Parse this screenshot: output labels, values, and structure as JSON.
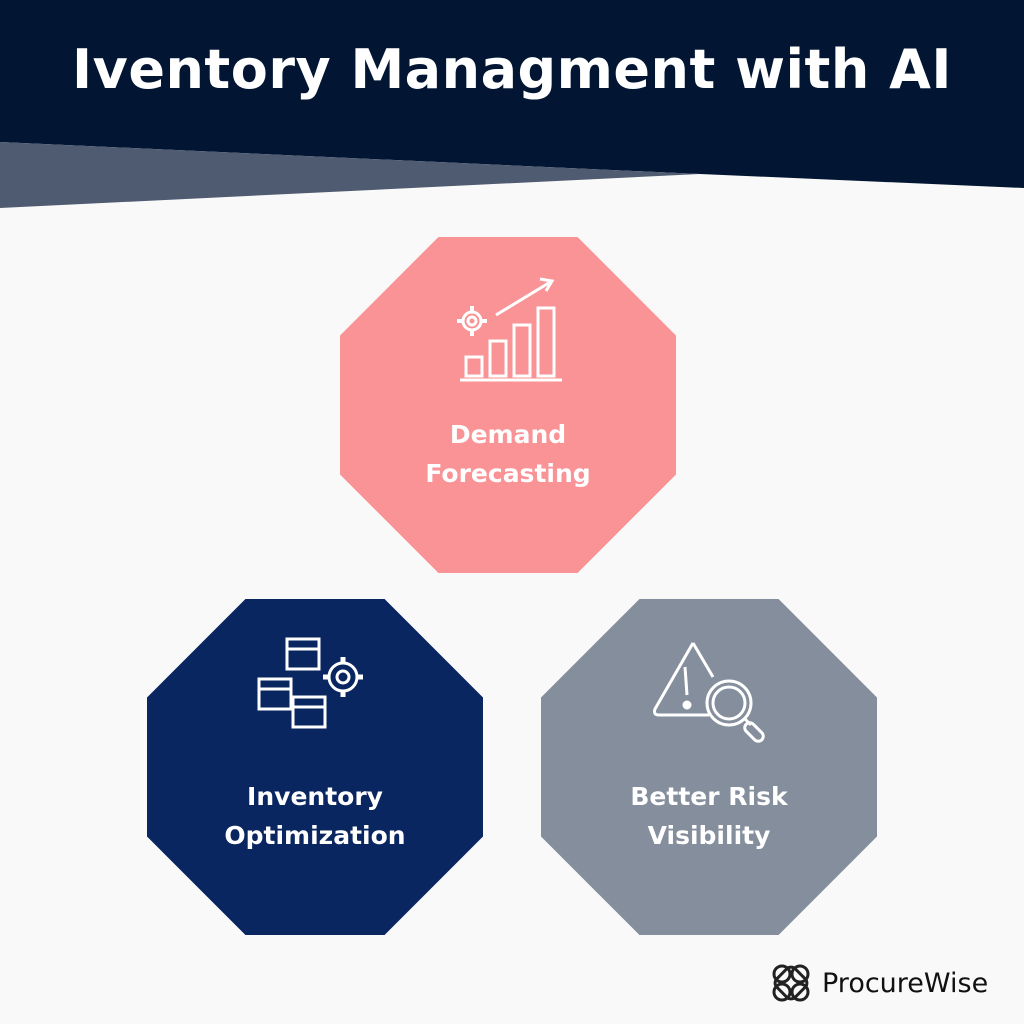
{
  "title": "Iventory Managment with AI",
  "colors": {
    "header": "#021634",
    "header_accent": "#4f5b70",
    "pink": "#f99395",
    "navy": "#0a2660",
    "grey": "#858e9c"
  },
  "cards": [
    {
      "label_line1": "Demand",
      "label_line2": "Forecasting",
      "icon": "chart-growth-gear-icon"
    },
    {
      "label_line1": "Inventory",
      "label_line2": "Optimization",
      "icon": "boxes-gear-icon"
    },
    {
      "label_line1": "Better Risk",
      "label_line2": "Visibility",
      "icon": "warning-magnifier-icon"
    }
  ],
  "brand": {
    "name": "ProcureWise"
  }
}
